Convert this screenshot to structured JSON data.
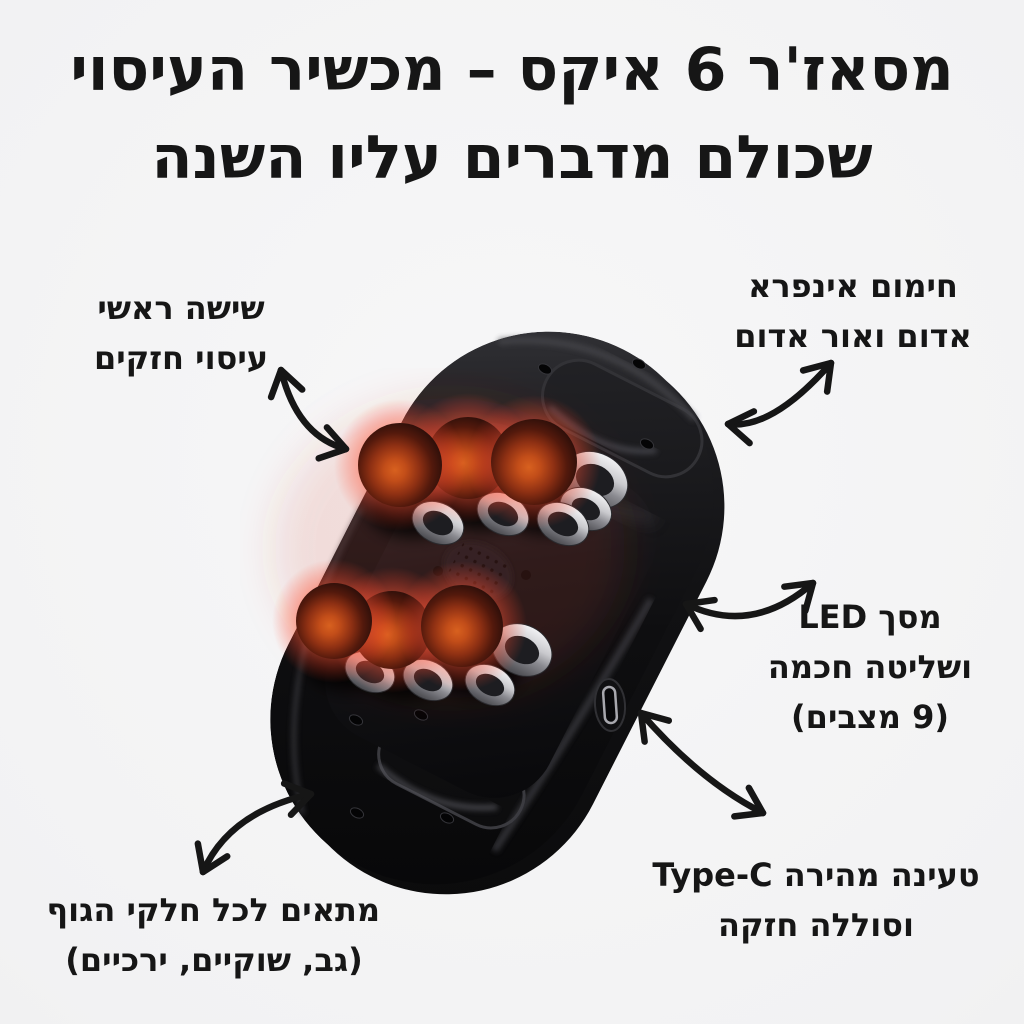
{
  "page": {
    "background_color": "#f2f2f3",
    "text_color": "#161616",
    "arrow_color": "#161616"
  },
  "title": {
    "line1": "מסאז'ר 6 איקס – מכשיר העיסוי",
    "line2": "שכולם מדברים עליו השנה"
  },
  "callouts": {
    "massage_heads": {
      "line1": "שישה ראשי",
      "line2": "עיסוי חזקים"
    },
    "infrared": {
      "line1": "חימום אינפרא",
      "line2": "אדום ואור אדום"
    },
    "led": {
      "line1": "מסך LED",
      "line2": "ושליטה חכמה",
      "line3": "(9 מצבים)"
    },
    "charging": {
      "line1": "טעינה מהירה Type-C",
      "line2": "וסוללה חזקה"
    },
    "body_fit": {
      "line1": "מתאים לכל חלקי הגוף",
      "line2": "(גב, שוקיים, ירכיים)"
    }
  },
  "device": {
    "ball_count": 6,
    "body_color": "#0d0d0f",
    "ball_color": "#c2521c",
    "glow_color": "#ff5a3c",
    "port_type": "Type-C"
  }
}
